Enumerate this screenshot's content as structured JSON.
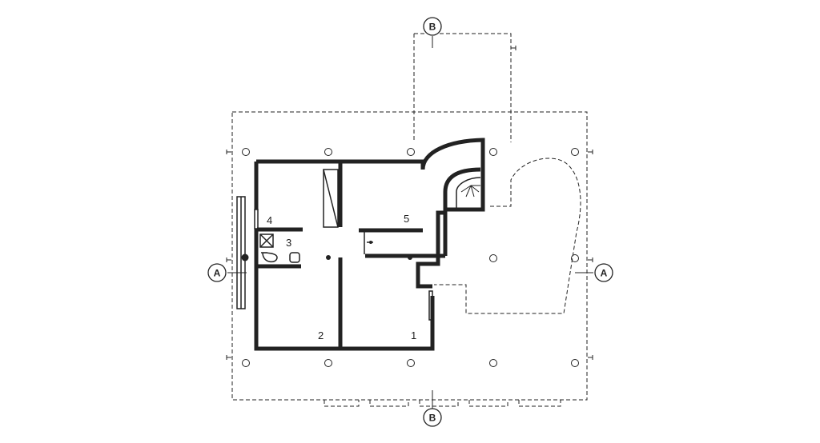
{
  "section_markers": {
    "top": "B",
    "bottom": "B",
    "left": "A",
    "right": "A"
  },
  "rooms": {
    "room_1": "1",
    "room_2": "2",
    "room_3": "3",
    "room_4": "4",
    "room_5": "5"
  },
  "colors": {
    "ink": "#222222",
    "background": "#ffffff"
  }
}
